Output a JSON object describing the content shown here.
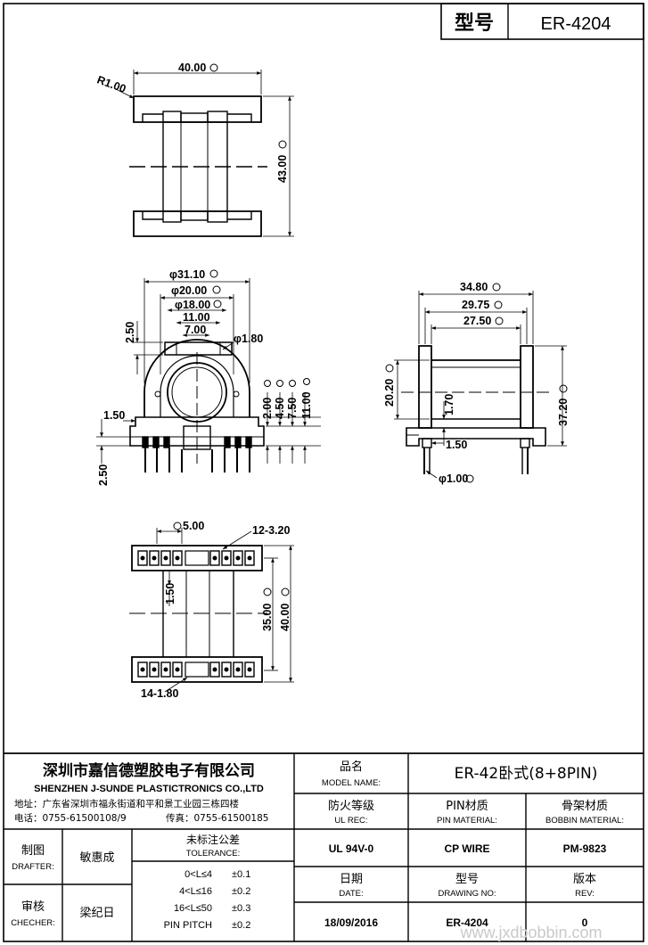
{
  "header": {
    "type_label": "型号",
    "type_value": "ER-4204"
  },
  "dims": {
    "top_width": "40.00",
    "top_radius": "R1.00",
    "top_height": "43.00",
    "front_d31": "φ31.10",
    "front_d20": "φ20.00",
    "front_d18": "φ18.00",
    "front_11": "11.00",
    "front_7": "7.00",
    "front_hole": "φ1.80",
    "front_250_top": "2.50",
    "front_150": "1.50",
    "front_250_bottom": "2.50",
    "front_v200": "2.00",
    "front_v450": "4.50",
    "front_v750": "7.50",
    "front_v1100": "11.00",
    "side_3480": "34.80",
    "side_2975": "29.75",
    "side_2750": "27.50",
    "side_2020": "20.20",
    "side_170": "1.70",
    "side_150": "1.50",
    "side_3720": "37.20",
    "side_pin": "φ1.00",
    "bottom_500": "5.00",
    "bottom_12": "12-3.20",
    "bottom_150": "1.50",
    "bottom_3500": "35.00",
    "bottom_4000": "40.00",
    "bottom_14": "14-1.80"
  },
  "title_block": {
    "company_cn": "深圳市嘉信德塑胶电子有限公司",
    "company_en": "SHENZHEN J-SUNDE PLASTICTRONICS CO.,LTD",
    "address": "地址：广东省深圳市福永街道和平和景工业园三栋四楼",
    "phone": "电话：0755-61500108/9",
    "fax": "传真：0755-61500185",
    "model_name_cn": "品名",
    "model_name_en": "MODEL NAME:",
    "model_name_value": "ER-42卧式(8+8PIN)",
    "ul_rec_cn": "防火等级",
    "ul_rec_en": "UL REC:",
    "ul_rec_value": "UL 94V-0",
    "pin_material_cn": "PIN材质",
    "pin_material_en": "PIN MATERIAL:",
    "pin_material_value": "CP WIRE",
    "bobbin_material_cn": "骨架材质",
    "bobbin_material_en": "BOBBIN MATERIAL:",
    "bobbin_material_value": "PM-9823",
    "drafter_cn": "制图",
    "drafter_en": "DRAFTER:",
    "drafter_value": "敏惠成",
    "checker_cn": "审核",
    "checker_en": "CHECHER:",
    "checker_value": "梁纪日",
    "tolerance_cn": "未标注公差",
    "tolerance_en": "TOLERANCE:",
    "tolerance_rows": [
      {
        "range": "0<L≤4",
        "value": "±0.1"
      },
      {
        "range": "4<L≤16",
        "value": "±0.2"
      },
      {
        "range": "16<L≤50",
        "value": "±0.3"
      },
      {
        "range": "PIN PITCH",
        "value": "±0.2"
      }
    ],
    "date_cn": "日期",
    "date_en": "DATE:",
    "date_value": "18/09/2016",
    "drawing_no_cn": "型号",
    "drawing_no_en": "DRAWING NO:",
    "drawing_no_value": "ER-4204",
    "rev_cn": "版本",
    "rev_en": "REV:",
    "rev_value": "0"
  },
  "watermark": "www.jxdbobbin.com"
}
